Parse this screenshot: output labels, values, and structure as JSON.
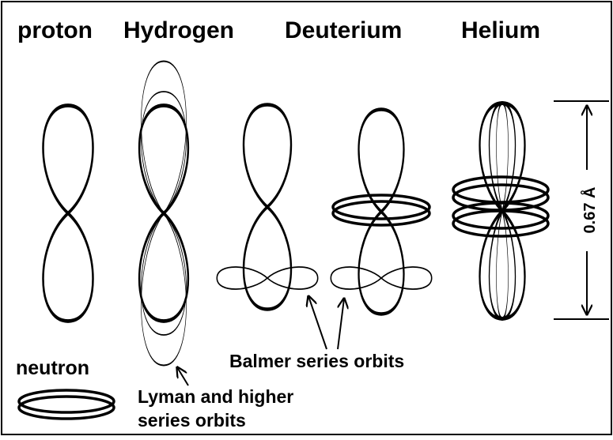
{
  "headings": {
    "proton": "proton",
    "hydrogen": "Hydrogen",
    "deuterium": "Deuterium",
    "helium": "Helium"
  },
  "labels": {
    "neutron": "neutron",
    "balmer": "Balmer series orbits",
    "lyman_line1": "Lyman and higher",
    "lyman_line2": "series orbits"
  },
  "dimension": {
    "size_label": "0.67 Å"
  }
}
